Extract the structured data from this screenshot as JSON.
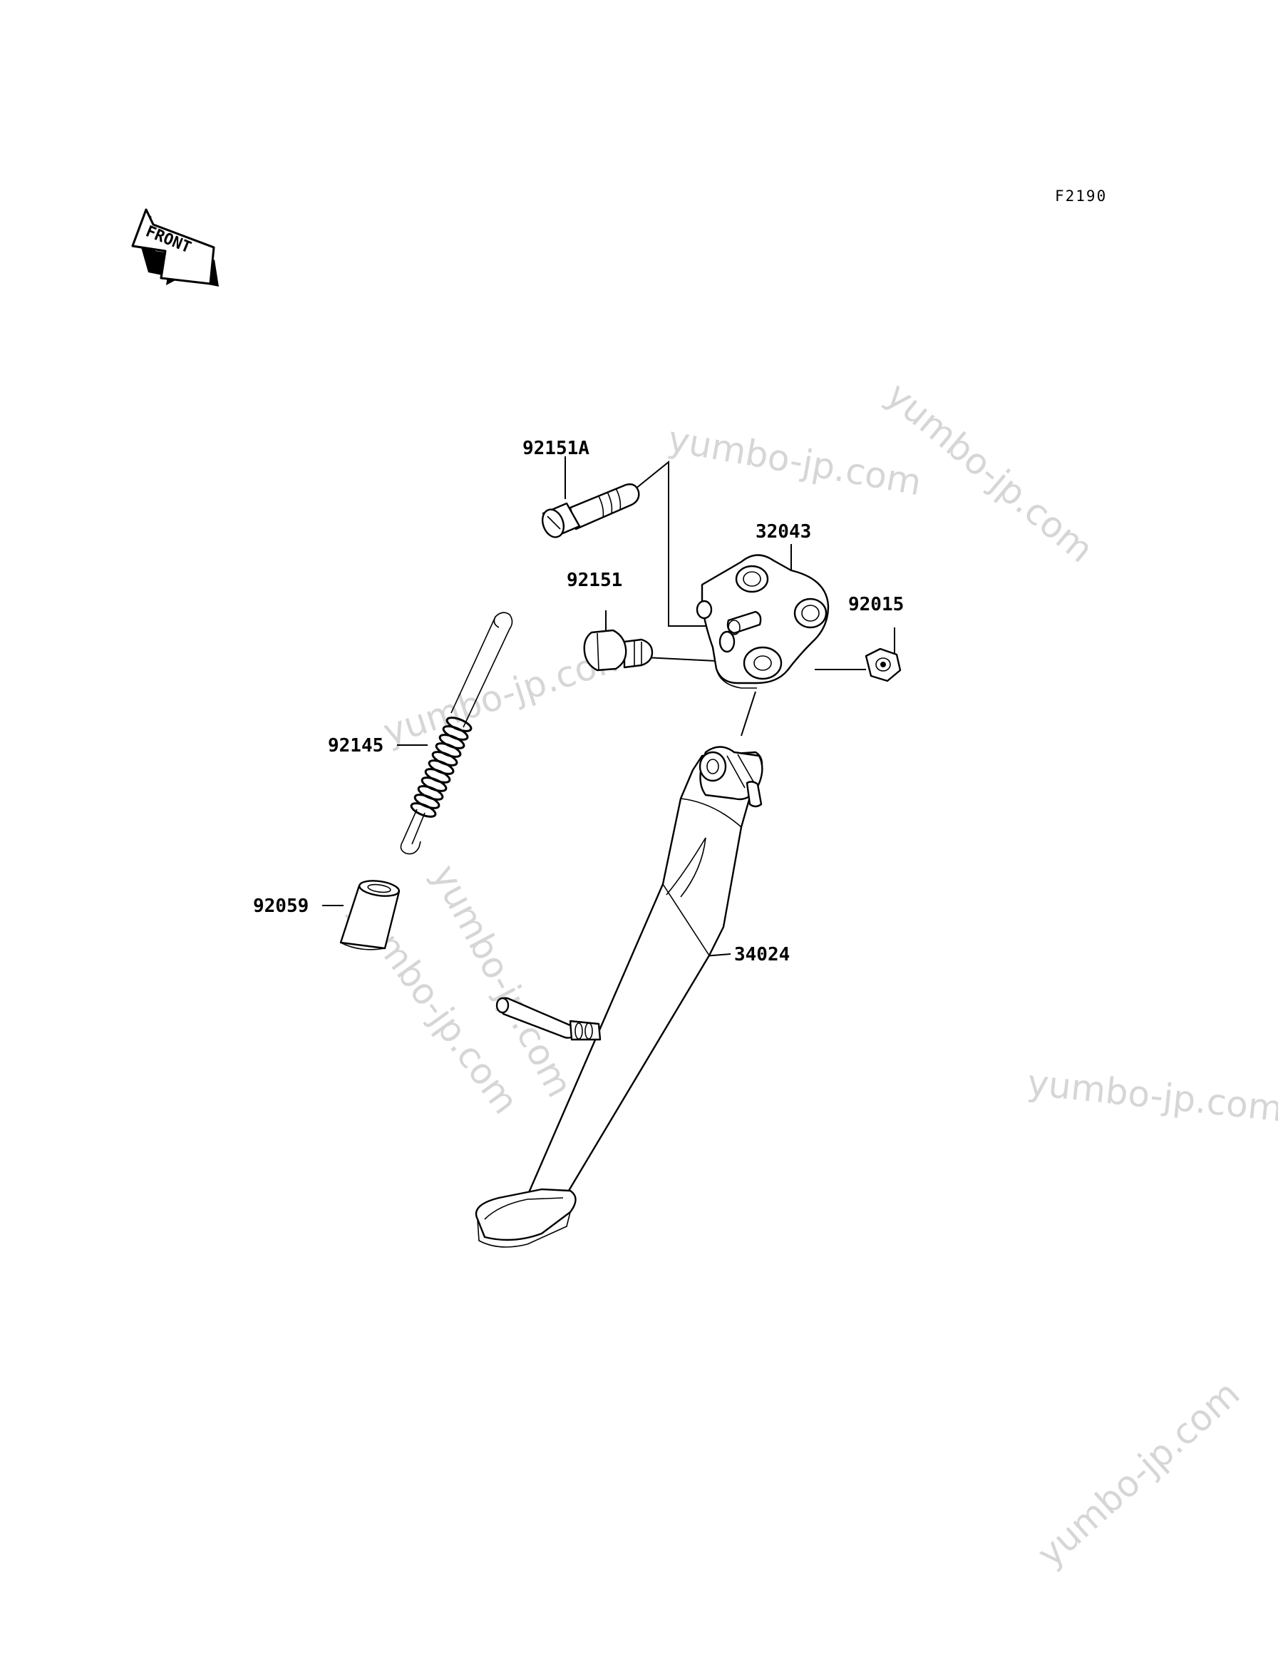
{
  "diagram": {
    "figure_code": "F2190",
    "front_label": "FRONT",
    "parts": [
      {
        "id": "p92151a",
        "number": "92151A"
      },
      {
        "id": "p32043",
        "number": "32043"
      },
      {
        "id": "p92151",
        "number": "92151"
      },
      {
        "id": "p92015",
        "number": "92015"
      },
      {
        "id": "p92145",
        "number": "92145"
      },
      {
        "id": "p92059",
        "number": "92059"
      },
      {
        "id": "p34024",
        "number": "34024"
      }
    ]
  },
  "watermark": {
    "text": "yumbo-jp.com"
  }
}
